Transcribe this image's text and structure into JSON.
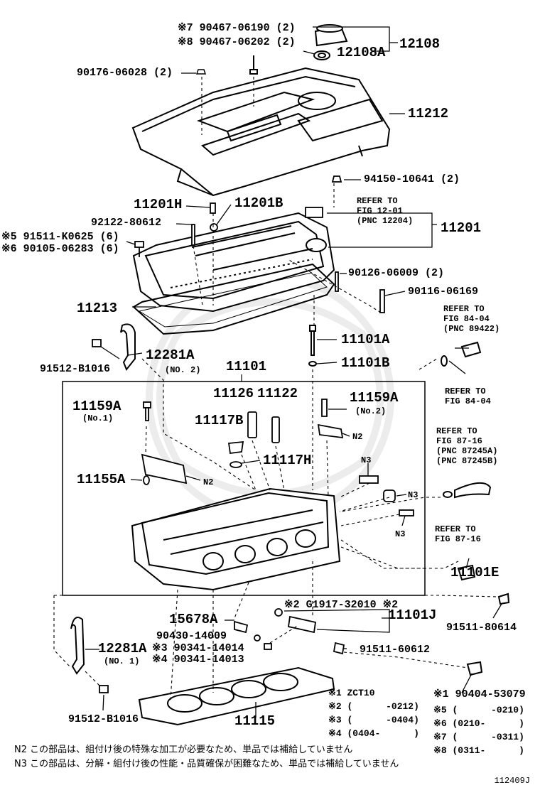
{
  "parts": {
    "p_7_90467": "※7 90467-06190 (2)",
    "p_8_90467": "※8 90467-06202 (2)",
    "p_12108": "12108",
    "p_12108A": "12108A",
    "p_90176": "90176-06028 (2)",
    "p_11212": "11212",
    "p_94150": "94150-10641 (2)",
    "p_11201H": "11201H",
    "p_11201B": "11201B",
    "p_92122": "92122-80612",
    "p_11201": "11201",
    "p_91511K": "※5 91511-K0625 (6)",
    "p_90105": "※6 90105-06283 (6)",
    "p_90126": "90126-06009 (2)",
    "p_90116": "90116-06169",
    "p_11213": "11213",
    "p_11101A": "11101A",
    "p_12281A_top": "12281A",
    "p_12281A_top_sub": "(NO. 2)",
    "p_91512_top": "91512-B1016",
    "p_11101B": "11101B",
    "p_11101": "11101",
    "p_11126": "11126",
    "p_11122": "11122",
    "p_11159A_left": "11159A",
    "p_11159A_left_sub": "(No.1)",
    "p_11159A_right": "11159A",
    "p_11159A_right_sub": "(No.2)",
    "p_11117B": "11117B",
    "p_11117H": "11117H",
    "p_11155A": "11155A",
    "p_11101E": "11101E",
    "p_91511_80614": "91511-80614",
    "p_15678A": "15678A",
    "p_G1917": "※2 G1917-32010 ※2",
    "p_11101J": "11101J",
    "p_90430": "90430-14009",
    "p_90341_3": "※3 90341-14014",
    "p_90341_4": "※4 90341-14013",
    "p_12281A_bot": "12281A",
    "p_12281A_bot_sub": "(NO. 1)",
    "p_91511_60612": "91511-60612",
    "p_91512_bot": "91512-B1016",
    "p_11115": "11115",
    "p_90404": "※1 90404-53079"
  },
  "notes_n": {
    "n2": "N2",
    "n3": "N3"
  },
  "refs": {
    "ref_12_01": "REFER TO\nFIG 12-01\n(PNC 12204)",
    "ref_84_04_a": "REFER TO\nFIG 84-04\n(PNC 89422)",
    "ref_84_04_b": "REFER TO\nFIG 84-04",
    "ref_87_16_a": "REFER TO\nFIG 87-16\n(PNC 87245A)\n(PNC 87245B)",
    "ref_87_16_b": "REFER TO\nFIG 87-16"
  },
  "legend": {
    "left": "※1 ZCT10\n※2 (      -0212)\n※3 (      -0404)\n※4 (0404-      )",
    "right": "※5 (      -0210)\n※6 (0210-      )\n※7 (      -0311)\n※8 (0311-      )"
  },
  "footnotes": {
    "n2_text": "N2  この部品は、組付け後の特殊な加工が必要なため、単品では補給していません",
    "n3_text": "N3  この部品は、分解・組付け後の性能・品質確保が困難なため、単品では補給していません"
  },
  "diagram_code": "112409J"
}
